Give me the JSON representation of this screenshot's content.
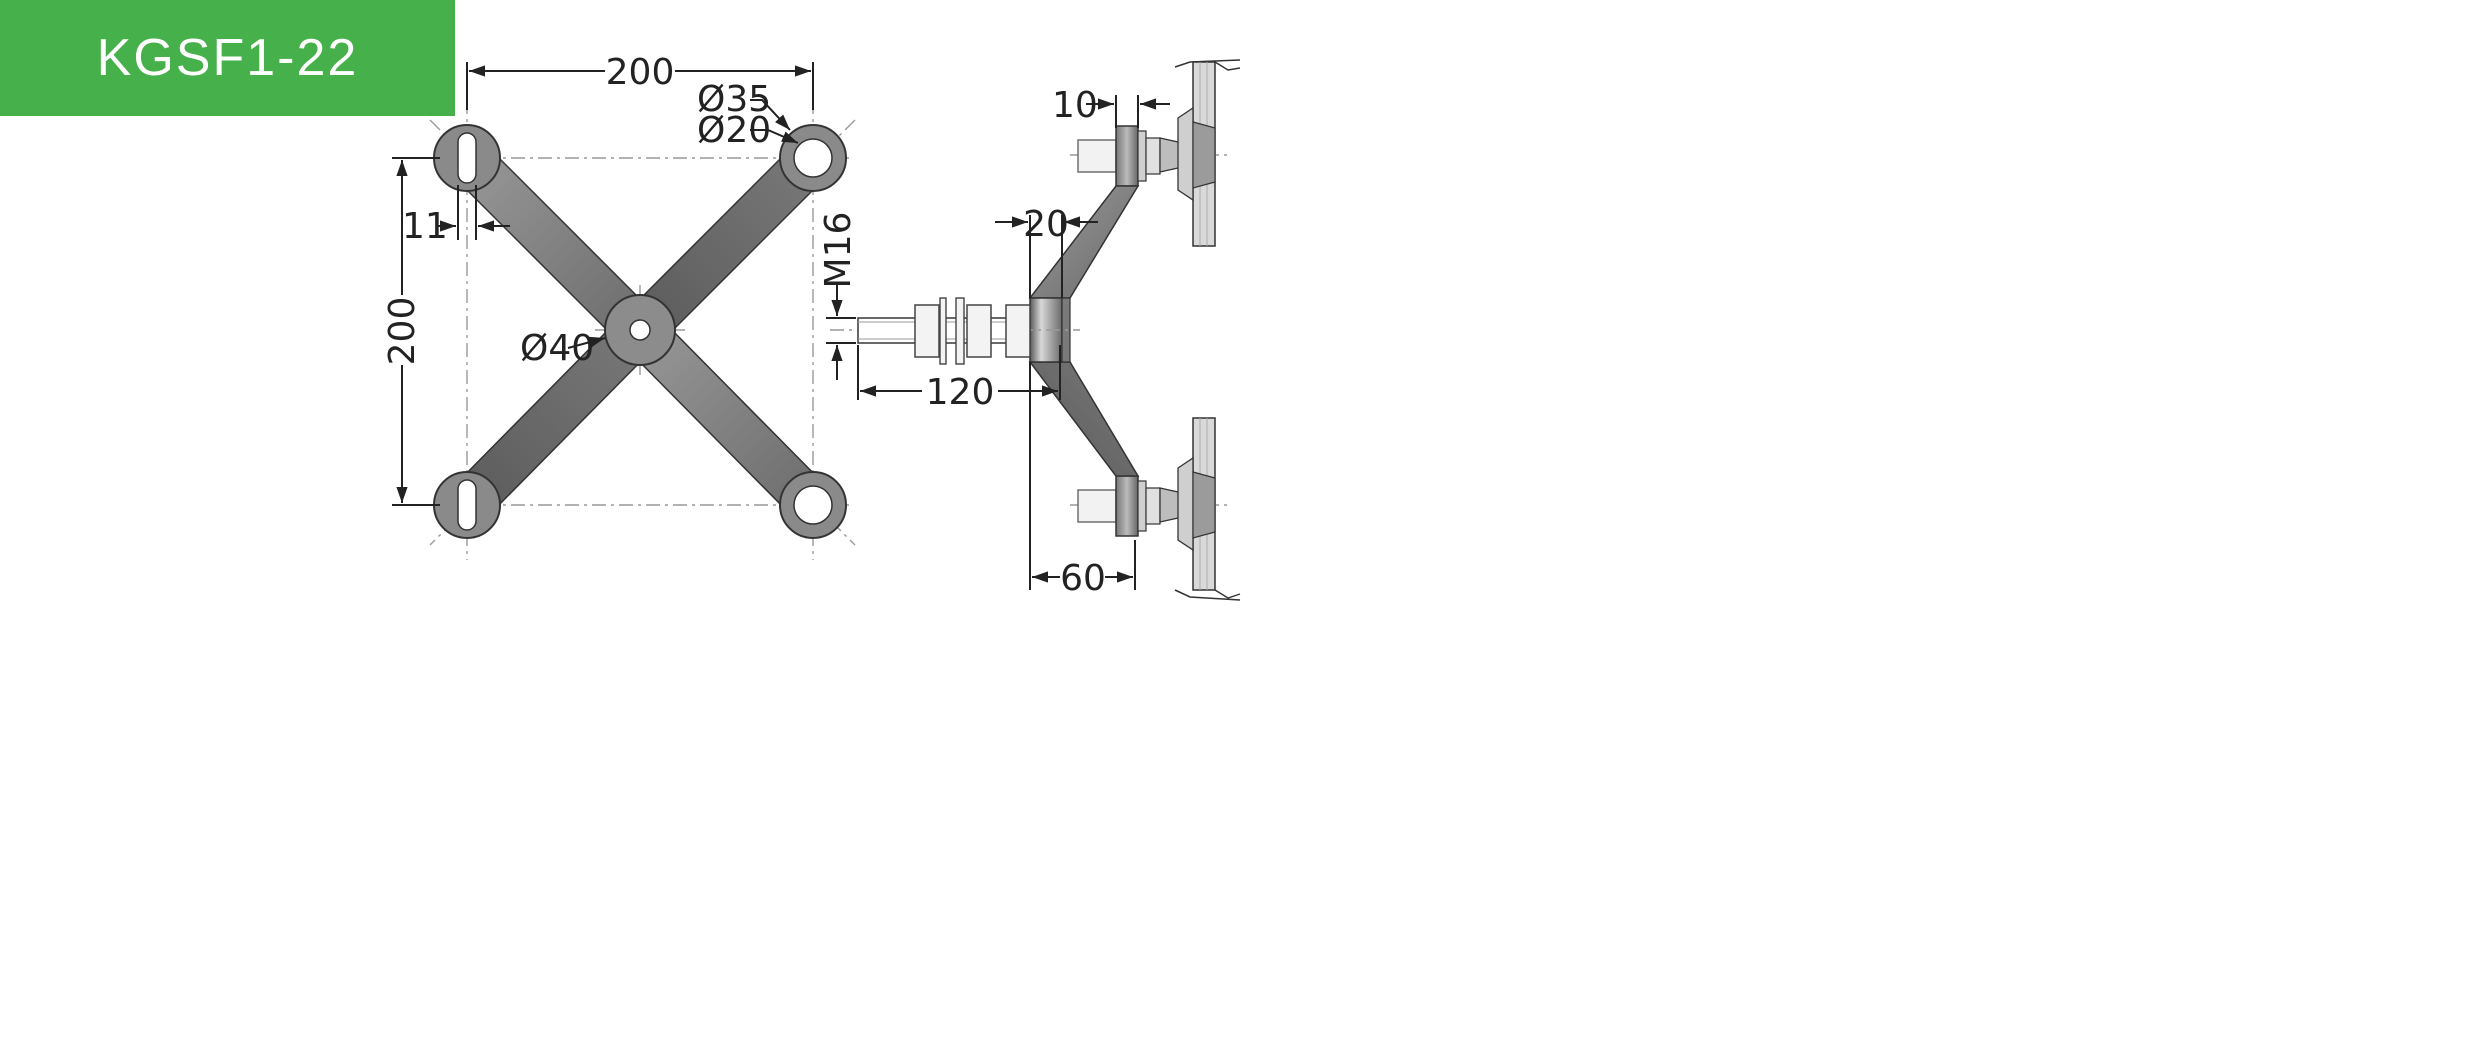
{
  "model_code": "KGSF1-22",
  "colors": {
    "badge_bg": "#46b04a",
    "badge_text": "#ffffff",
    "metal": "#8a8a8a",
    "metal_dark": "#5e5e5e",
    "metal_light": "#c4c4c4"
  },
  "front_view": {
    "dim_width": "200",
    "dim_height": "200",
    "dim_slot_width": "11",
    "dim_outer_diameter": "Ø35",
    "dim_hole_diameter": "Ø20",
    "dim_center_diameter": "Ø40"
  },
  "side_view": {
    "dim_thread": "M16",
    "dim_thickness_top": "10",
    "dim_hub_width": "20",
    "dim_bolt_length": "120",
    "dim_depth": "60"
  }
}
